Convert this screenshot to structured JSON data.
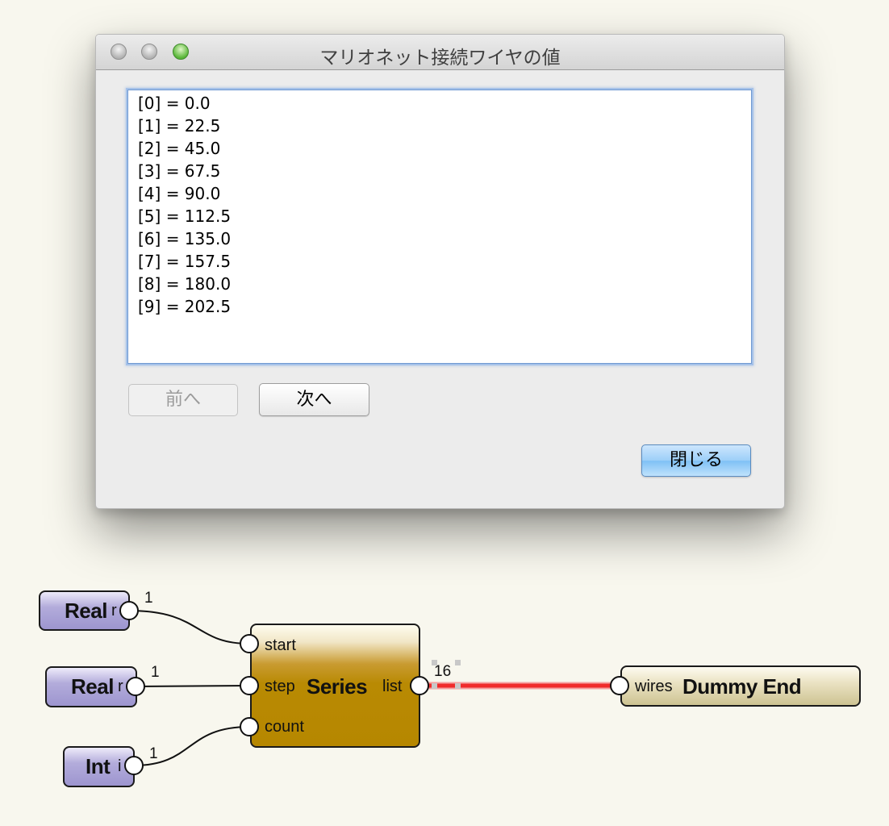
{
  "dialog": {
    "title": "マリオネット接続ワイヤの値",
    "items": [
      "[0] = 0.0",
      "[1] = 22.5",
      "[2] = 45.0",
      "[3] = 67.5",
      "[4] = 90.0",
      "[5] = 112.5",
      "[6] = 135.0",
      "[7] = 157.5",
      "[8] = 180.0",
      "[9] = 202.5"
    ],
    "prev_label": "前へ",
    "next_label": "次へ",
    "close_label": "閉じる"
  },
  "graph": {
    "real_node_1": {
      "label": "Real",
      "port": "r",
      "count": "1"
    },
    "real_node_2": {
      "label": "Real",
      "port": "r",
      "count": "1"
    },
    "int_node": {
      "label": "Int",
      "port": "i",
      "count": "1"
    },
    "series_node": {
      "label": "Series",
      "inputs": [
        "start",
        "step",
        "count"
      ],
      "output": "list",
      "output_count": "16"
    },
    "dummy_end_node": {
      "label": "Dummy End",
      "input": "wires"
    },
    "colors": {
      "selected_wire": "#f02b2b",
      "series_node": "#b68700",
      "input_node": "#a29bd1",
      "dummy_node": "#cdc392"
    }
  }
}
